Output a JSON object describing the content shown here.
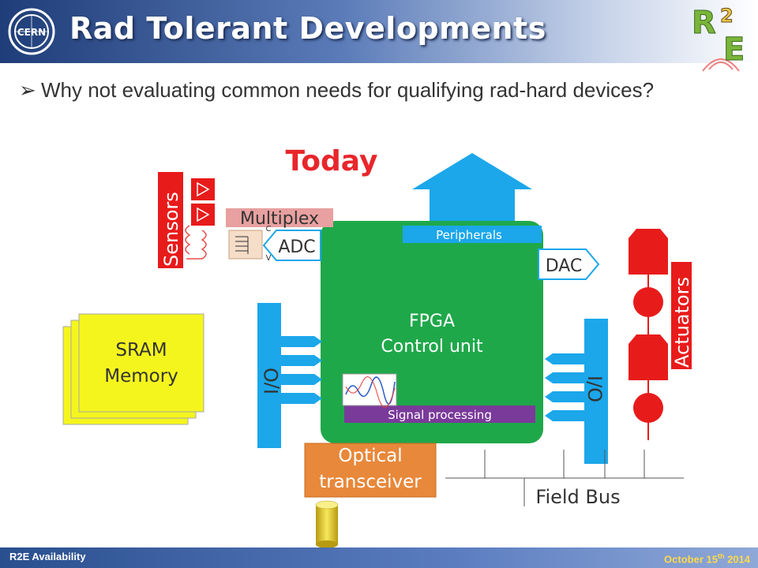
{
  "header": {
    "title": "Rad Tolerant Developments"
  },
  "logos": {
    "cern_text": "CERN",
    "r2e_text": "R2E"
  },
  "bullet": {
    "marker": "➢",
    "text": "Why not evaluating common needs for qualifying rad-hard devices?"
  },
  "diagram": {
    "heading": "Today",
    "sensors": "Sensors",
    "multiplex": "Multiplex",
    "adc": "ADC",
    "adc_c": "C",
    "adc_v": "V",
    "fpga_line1": "FPGA",
    "fpga_line2": "Control unit",
    "peripherals": "Peripherals",
    "dac": "DAC",
    "actuators": "Actuators",
    "io_left": "I/O",
    "io_right": "I/O",
    "signal_processing": "Signal processing",
    "sram_line1": "SRAM",
    "sram_line2": "Memory",
    "optical_line1": "Optical",
    "optical_line2": "transceiver",
    "field_bus": "Field Bus"
  },
  "colors": {
    "fpga": "#1fa84a",
    "io_blue": "#1ba7ea",
    "red": "#e81b1b",
    "sram": "#f5f51e",
    "optical": "#e8883a",
    "signal": "#7a3a9a",
    "today": "#e8262b"
  },
  "footer": {
    "left": "R2E Availability",
    "right_prefix": "October 15",
    "right_sup": "th",
    "right_suffix": " 2014"
  }
}
